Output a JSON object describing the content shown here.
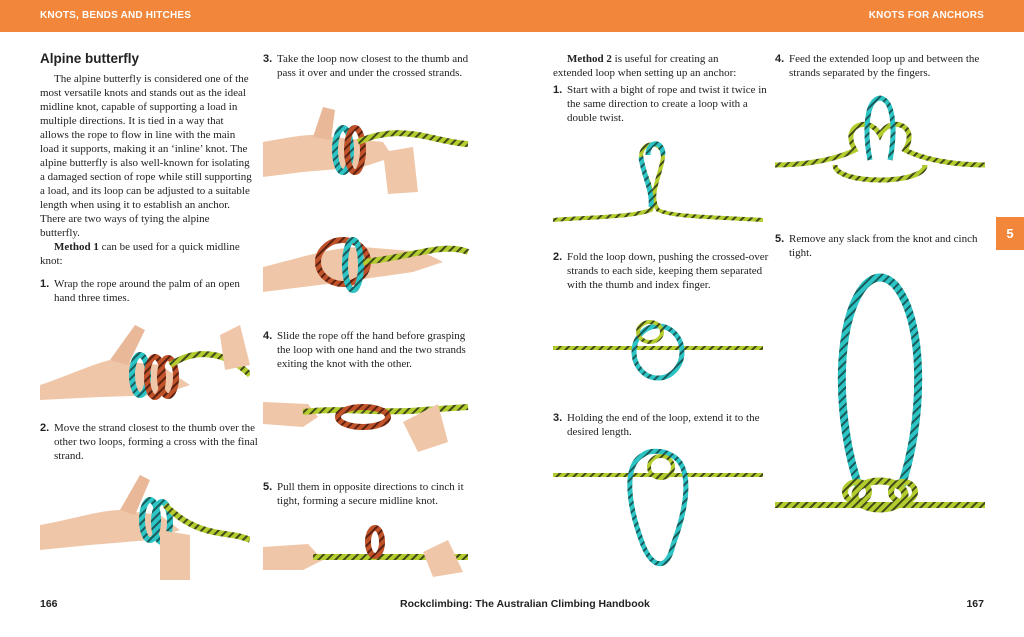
{
  "header": {
    "left": "KNOTS, BENDS AND HITCHES",
    "right": "KNOTS FOR ANCHORS"
  },
  "tab": "5",
  "left_page": {
    "title": "Alpine butterfly",
    "intro": "The alpine butterfly is considered one of the most versatile knots and stands out as the ideal midline knot, capable of supporting a load in multiple directions. It is tied in a way that allows the rope to flow in line with the main load it supports, making it an ‘inline’ knot. The alpine butterfly is also well-known for isolating a damaged section of rope while still supporting a load, and its loop can be adjusted to a suitable length when using it to establish an anchor. There are two ways of tying the alpine butterfly.",
    "method1_label": "Method 1",
    "method1_text": " can be used for a quick midline knot:",
    "steps": [
      {
        "num": "1.",
        "text": "Wrap the rope around the palm of an open hand three times."
      },
      {
        "num": "2.",
        "text": "Move the strand closest to the thumb over the other two loops, forming a cross with the final strand."
      },
      {
        "num": "3.",
        "text": "Take the loop now closest to the thumb and pass it over and under the crossed strands."
      },
      {
        "num": "4.",
        "text": "Slide the rope off the hand before grasping the loop with one hand and the two strands exiting the knot with the other."
      },
      {
        "num": "5.",
        "text": "Pull them in opposite directions to cinch it tight, forming a secure midline knot."
      }
    ]
  },
  "right_page": {
    "method2_label": "Method 2",
    "method2_text": " is useful for creating an extended loop when setting up an anchor:",
    "steps": [
      {
        "num": "1.",
        "text": "Start with a bight of rope and twist it twice in the same direction to create a loop with a double twist."
      },
      {
        "num": "2.",
        "text": "Fold the loop down, pushing the crossed-over strands to each side, keeping them separated with the thumb and index finger."
      },
      {
        "num": "3.",
        "text": "Holding the end of the loop, extend it to the desired length."
      },
      {
        "num": "4.",
        "text": "Feed the extended loop up and between the strands separated by the fingers."
      },
      {
        "num": "5.",
        "text": "Remove any slack from the knot and cinch tight."
      }
    ]
  },
  "footer": {
    "left_page_num": "166",
    "book_title": "Rockclimbing: The Australian Climbing Handbook",
    "right_page_num": "167"
  },
  "colors": {
    "accent": "#f2863a",
    "rope_green": "#b5cc2e",
    "rope_teal": "#2cc4c4",
    "rope_red": "#c0522a",
    "skin": "#f0c6a8"
  }
}
